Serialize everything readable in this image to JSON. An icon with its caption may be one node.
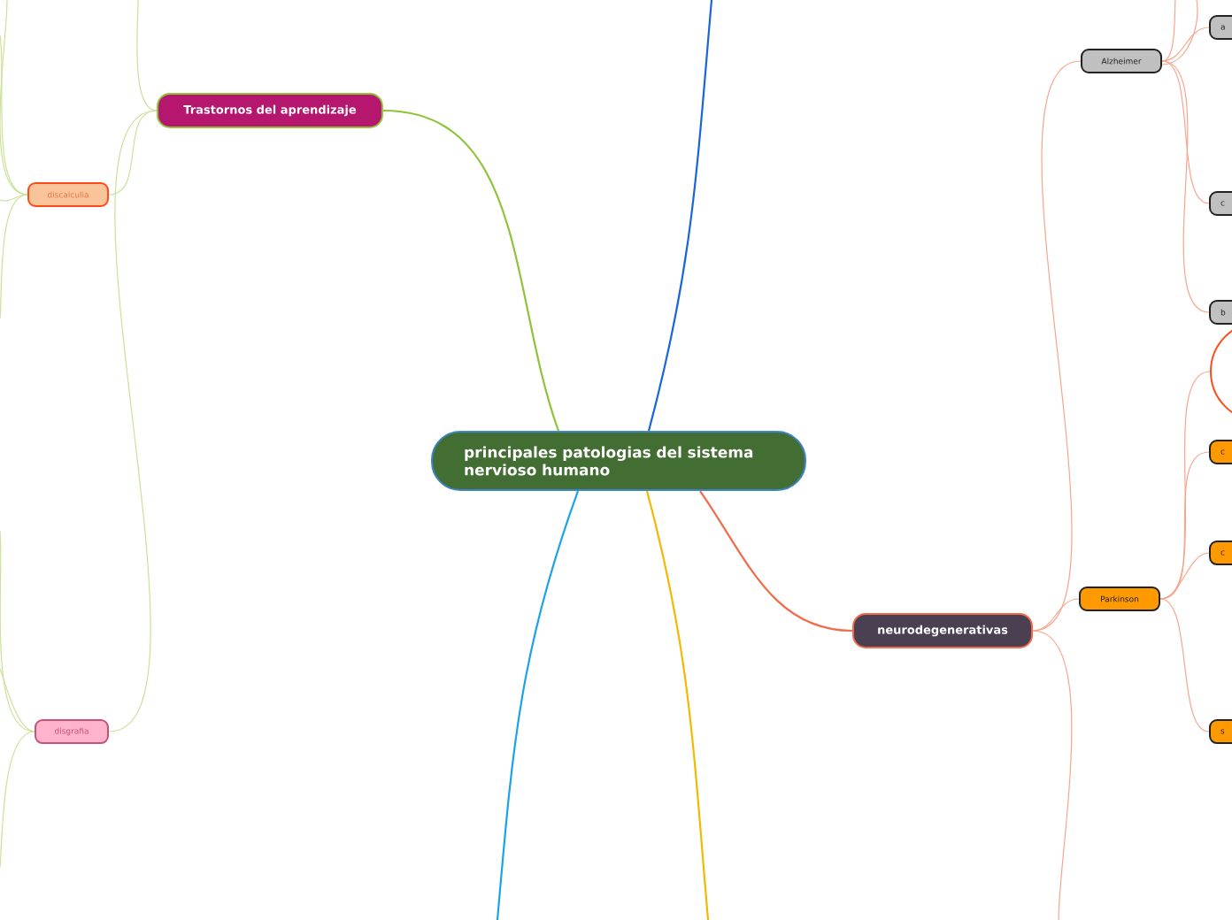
{
  "diagram": {
    "nodes": [
      {
        "text": [
          "principales patologias del sistema nervioso humano"
        ]
      },
      {
        "text": [
          "Trastornos del aprendizaje"
        ]
      },
      {
        "text": [
          "discalculia"
        ]
      },
      {
        "text": [
          "disgrafia"
        ]
      },
      {
        "text": [
          "neurodegenerativas"
        ]
      },
      {
        "text": [
          "Alzheimer"
        ]
      },
      {
        "text": [
          "a"
        ]
      },
      {
        "text": [
          "c"
        ]
      },
      {
        "text": [
          "b"
        ]
      },
      {
        "text": [
          "Parkinson"
        ]
      },
      {
        "text": [],
        "shape": "circle"
      },
      {
        "text": [
          "c"
        ]
      },
      {
        "text": [
          "c"
        ]
      },
      {
        "text": [
          "s"
        ]
      }
    ],
    "edges": [
      {
        "from": 0,
        "to": 1,
        "arrow": "none",
        "color": "#8fc33a"
      },
      {
        "from": 0,
        "to": null,
        "arrow": "none",
        "color": "#1a66d9"
      },
      {
        "from": 0,
        "to": null,
        "arrow": "none",
        "color": "#1aa3e8"
      },
      {
        "from": 0,
        "to": null,
        "arrow": "none",
        "color": "#f5b800"
      },
      {
        "from": 0,
        "to": 4,
        "arrow": "none",
        "color": "#f26b4a"
      },
      {
        "from": 1,
        "to": 2,
        "arrow": "none",
        "color": "#c8e29a"
      },
      {
        "from": 1,
        "to": 3,
        "arrow": "none",
        "color": "#c8e29a"
      },
      {
        "from": 1,
        "to": null,
        "arrow": "none",
        "color": "#c8e29a"
      },
      {
        "from": 2,
        "to": null,
        "arrow": "none",
        "color": "#c8e29a"
      },
      {
        "from": 2,
        "to": null,
        "arrow": "none",
        "color": "#c8e29a"
      },
      {
        "from": 2,
        "to": null,
        "arrow": "none",
        "color": "#c8e29a"
      },
      {
        "from": 2,
        "to": null,
        "arrow": "none",
        "color": "#c8e29a"
      },
      {
        "from": 3,
        "to": null,
        "arrow": "none",
        "color": "#c8e29a"
      },
      {
        "from": 3,
        "to": null,
        "arrow": "none",
        "color": "#c8e29a"
      },
      {
        "from": 3,
        "to": null,
        "arrow": "none",
        "color": "#c8e29a"
      },
      {
        "from": 4,
        "to": 5,
        "arrow": "none",
        "color": "#f7a58c"
      },
      {
        "from": 4,
        "to": 9,
        "arrow": "none",
        "color": "#f7a58c"
      },
      {
        "from": 4,
        "to": null,
        "arrow": "none",
        "color": "#f7a58c"
      },
      {
        "from": 5,
        "to": null,
        "arrow": "none",
        "color": "#f7a58c"
      },
      {
        "from": 5,
        "to": null,
        "arrow": "none",
        "color": "#f7a58c"
      },
      {
        "from": 5,
        "to": 6,
        "arrow": "none",
        "color": "#f7a58c"
      },
      {
        "from": 5,
        "to": 7,
        "arrow": "none",
        "color": "#f7a58c"
      },
      {
        "from": 5,
        "to": 8,
        "arrow": "none",
        "color": "#f7a58c"
      },
      {
        "from": 9,
        "to": 10,
        "arrow": "none",
        "color": "#f7a58c"
      },
      {
        "from": 9,
        "to": 11,
        "arrow": "none",
        "color": "#f7a58c"
      },
      {
        "from": 9,
        "to": 12,
        "arrow": "none",
        "color": "#f7a58c"
      },
      {
        "from": 9,
        "to": 13,
        "arrow": "none",
        "color": "#f7a58c"
      }
    ]
  }
}
